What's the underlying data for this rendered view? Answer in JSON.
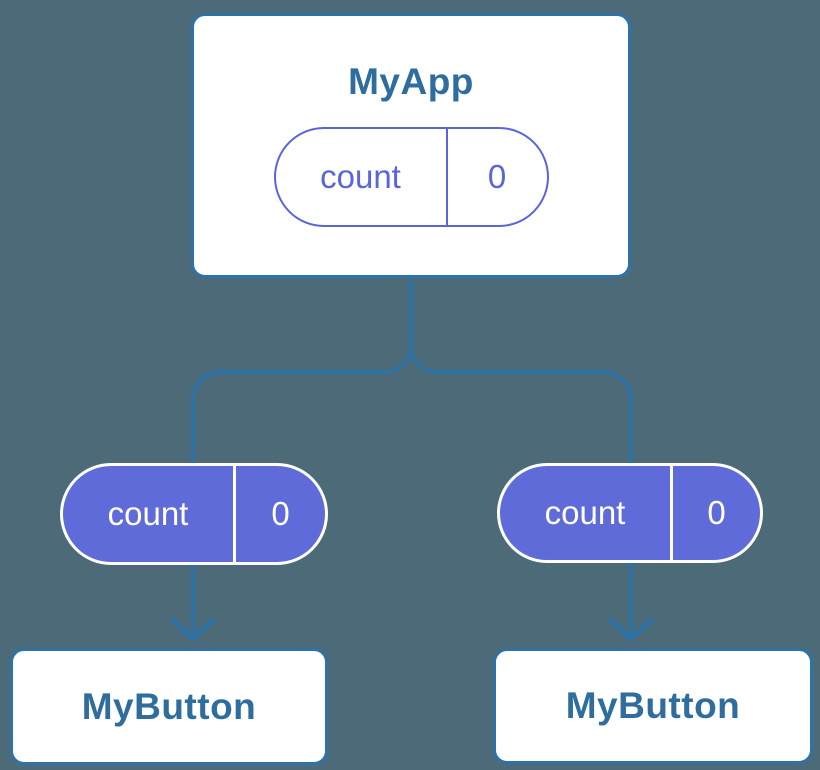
{
  "colors": {
    "bg": "#4C6A78",
    "line": "#2E72A6",
    "label": "#2E6D9D",
    "purple-line": "#5A65DB",
    "purple-fill": "#5F6BD9"
  },
  "tree": {
    "root": {
      "title": "MyApp",
      "state": {
        "label": "count",
        "value": "0"
      }
    },
    "children": [
      {
        "title": "MyButton",
        "prop": {
          "label": "count",
          "value": "0"
        }
      },
      {
        "title": "MyButton",
        "prop": {
          "label": "count",
          "value": "0"
        }
      }
    ]
  }
}
